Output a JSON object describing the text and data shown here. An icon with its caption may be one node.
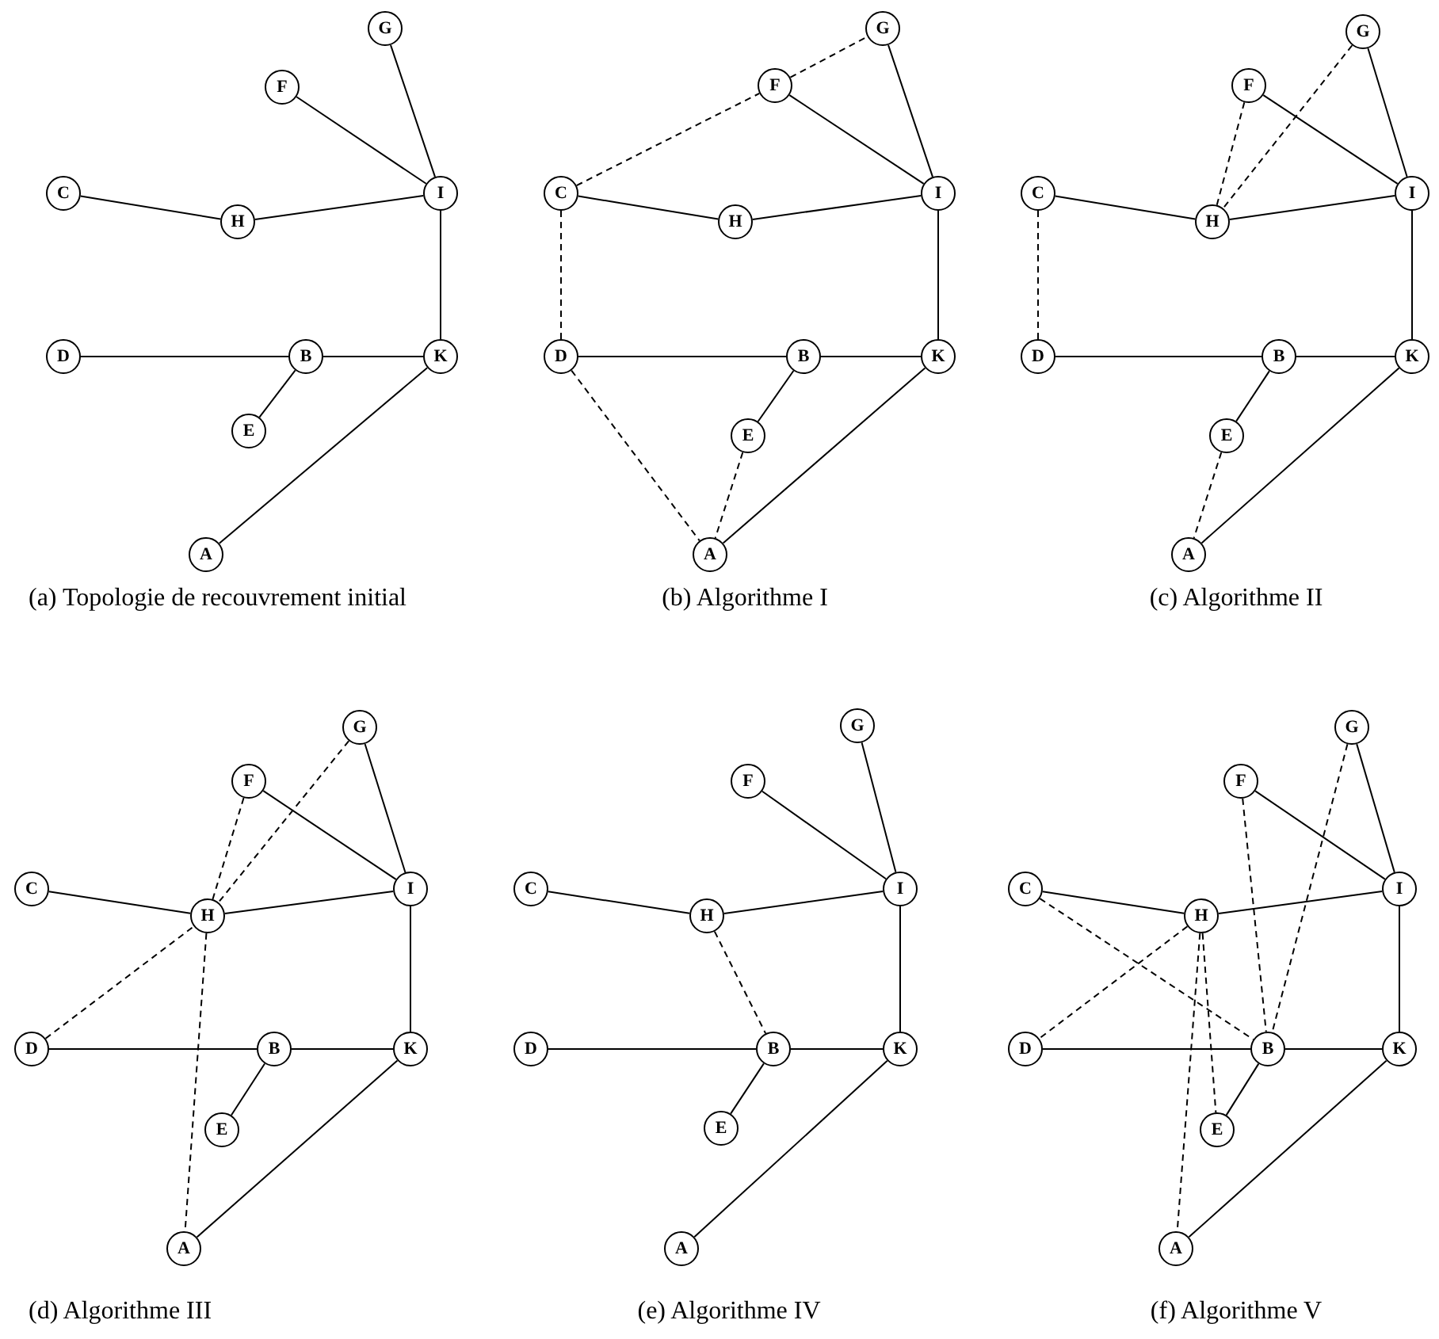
{
  "diagram": {
    "nodes": [
      {
        "text": [
          "G"
        ]
      },
      {
        "text": [
          "F"
        ]
      },
      {
        "text": [
          "C"
        ]
      },
      {
        "text": [
          "I"
        ]
      },
      {
        "text": [
          "H"
        ]
      },
      {
        "text": [
          "D"
        ]
      },
      {
        "text": [
          "B"
        ]
      },
      {
        "text": [
          "K"
        ]
      },
      {
        "text": [
          "E"
        ]
      },
      {
        "text": [
          "A"
        ]
      },
      {
        "text": [
          "G"
        ]
      },
      {
        "text": [
          "F"
        ]
      },
      {
        "text": [
          "C"
        ]
      },
      {
        "text": [
          "I"
        ]
      },
      {
        "text": [
          "H"
        ]
      },
      {
        "text": [
          "D"
        ]
      },
      {
        "text": [
          "B"
        ]
      },
      {
        "text": [
          "K"
        ]
      },
      {
        "text": [
          "E"
        ]
      },
      {
        "text": [
          "A"
        ]
      },
      {
        "text": [
          "G"
        ]
      },
      {
        "text": [
          "F"
        ]
      },
      {
        "text": [
          "C"
        ]
      },
      {
        "text": [
          "I"
        ]
      },
      {
        "text": [
          "H"
        ]
      },
      {
        "text": [
          "D"
        ]
      },
      {
        "text": [
          "B"
        ]
      },
      {
        "text": [
          "K"
        ]
      },
      {
        "text": [
          "E"
        ]
      },
      {
        "text": [
          "A"
        ]
      },
      {
        "text": [
          "G"
        ]
      },
      {
        "text": [
          "F"
        ]
      },
      {
        "text": [
          "C"
        ]
      },
      {
        "text": [
          "I"
        ]
      },
      {
        "text": [
          "H"
        ]
      },
      {
        "text": [
          "D"
        ]
      },
      {
        "text": [
          "B"
        ]
      },
      {
        "text": [
          "K"
        ]
      },
      {
        "text": [
          "E"
        ]
      },
      {
        "text": [
          "A"
        ]
      },
      {
        "text": [
          "G"
        ]
      },
      {
        "text": [
          "F"
        ]
      },
      {
        "text": [
          "C"
        ]
      },
      {
        "text": [
          "I"
        ]
      },
      {
        "text": [
          "H"
        ]
      },
      {
        "text": [
          "D"
        ]
      },
      {
        "text": [
          "B"
        ]
      },
      {
        "text": [
          "K"
        ]
      },
      {
        "text": [
          "E"
        ]
      },
      {
        "text": [
          "A"
        ]
      },
      {
        "text": [
          "G"
        ]
      },
      {
        "text": [
          "F"
        ]
      },
      {
        "text": [
          "C"
        ]
      },
      {
        "text": [
          "I"
        ]
      },
      {
        "text": [
          "H"
        ]
      },
      {
        "text": [
          "D"
        ]
      },
      {
        "text": [
          "B"
        ]
      },
      {
        "text": [
          "K"
        ]
      },
      {
        "text": [
          "E"
        ]
      },
      {
        "text": [
          "A"
        ]
      }
    ],
    "edges": [
      {
        "from": 2,
        "to": 4,
        "arrow": "none"
      },
      {
        "from": 4,
        "to": 3,
        "arrow": "none"
      },
      {
        "from": 1,
        "to": 3,
        "arrow": "none"
      },
      {
        "from": 0,
        "to": 3,
        "arrow": "none"
      },
      {
        "from": 3,
        "to": 7,
        "arrow": "none"
      },
      {
        "from": 5,
        "to": 6,
        "arrow": "none"
      },
      {
        "from": 6,
        "to": 7,
        "arrow": "none"
      },
      {
        "from": 6,
        "to": 8,
        "arrow": "none"
      },
      {
        "from": 9,
        "to": 7,
        "arrow": "none"
      },
      {
        "from": 12,
        "to": 14,
        "arrow": "none"
      },
      {
        "from": 14,
        "to": 13,
        "arrow": "none"
      },
      {
        "from": 11,
        "to": 13,
        "arrow": "none"
      },
      {
        "from": 10,
        "to": 13,
        "arrow": "none"
      },
      {
        "from": 13,
        "to": 17,
        "arrow": "none"
      },
      {
        "from": 15,
        "to": 16,
        "arrow": "none"
      },
      {
        "from": 16,
        "to": 17,
        "arrow": "none"
      },
      {
        "from": 16,
        "to": 18,
        "arrow": "none"
      },
      {
        "from": 19,
        "to": 17,
        "arrow": "none"
      },
      {
        "from": 12,
        "to": 11,
        "arrow": "none",
        "style": "dashed"
      },
      {
        "from": 11,
        "to": 10,
        "arrow": "none",
        "style": "dashed"
      },
      {
        "from": 12,
        "to": 15,
        "arrow": "none",
        "style": "dashed"
      },
      {
        "from": 15,
        "to": 19,
        "arrow": "none",
        "style": "dashed"
      },
      {
        "from": 18,
        "to": 19,
        "arrow": "none",
        "style": "dashed"
      },
      {
        "from": 22,
        "to": 24,
        "arrow": "none"
      },
      {
        "from": 24,
        "to": 23,
        "arrow": "none"
      },
      {
        "from": 21,
        "to": 23,
        "arrow": "none"
      },
      {
        "from": 20,
        "to": 23,
        "arrow": "none"
      },
      {
        "from": 23,
        "to": 27,
        "arrow": "none"
      },
      {
        "from": 25,
        "to": 26,
        "arrow": "none"
      },
      {
        "from": 26,
        "to": 27,
        "arrow": "none"
      },
      {
        "from": 26,
        "to": 28,
        "arrow": "none"
      },
      {
        "from": 29,
        "to": 27,
        "arrow": "none"
      },
      {
        "from": 21,
        "to": 24,
        "arrow": "none",
        "style": "dashed"
      },
      {
        "from": 20,
        "to": 24,
        "arrow": "none",
        "style": "dashed"
      },
      {
        "from": 22,
        "to": 25,
        "arrow": "none",
        "style": "dashed"
      },
      {
        "from": 28,
        "to": 29,
        "arrow": "none",
        "style": "dashed"
      },
      {
        "from": 32,
        "to": 34,
        "arrow": "none"
      },
      {
        "from": 34,
        "to": 33,
        "arrow": "none"
      },
      {
        "from": 31,
        "to": 33,
        "arrow": "none"
      },
      {
        "from": 30,
        "to": 33,
        "arrow": "none"
      },
      {
        "from": 33,
        "to": 37,
        "arrow": "none"
      },
      {
        "from": 35,
        "to": 36,
        "arrow": "none"
      },
      {
        "from": 36,
        "to": 37,
        "arrow": "none"
      },
      {
        "from": 36,
        "to": 38,
        "arrow": "none"
      },
      {
        "from": 39,
        "to": 37,
        "arrow": "none"
      },
      {
        "from": 31,
        "to": 34,
        "arrow": "none",
        "style": "dashed"
      },
      {
        "from": 30,
        "to": 34,
        "arrow": "none",
        "style": "dashed"
      },
      {
        "from": 35,
        "to": 34,
        "arrow": "none",
        "style": "dashed"
      },
      {
        "from": 34,
        "to": 39,
        "arrow": "none",
        "style": "dashed"
      },
      {
        "from": 42,
        "to": 44,
        "arrow": "none"
      },
      {
        "from": 44,
        "to": 43,
        "arrow": "none"
      },
      {
        "from": 41,
        "to": 43,
        "arrow": "none"
      },
      {
        "from": 40,
        "to": 43,
        "arrow": "none"
      },
      {
        "from": 43,
        "to": 47,
        "arrow": "none"
      },
      {
        "from": 45,
        "to": 46,
        "arrow": "none"
      },
      {
        "from": 46,
        "to": 47,
        "arrow": "none"
      },
      {
        "from": 46,
        "to": 48,
        "arrow": "none"
      },
      {
        "from": 49,
        "to": 47,
        "arrow": "none"
      },
      {
        "from": 44,
        "to": 46,
        "arrow": "none",
        "style": "dashed"
      },
      {
        "from": 52,
        "to": 54,
        "arrow": "none"
      },
      {
        "from": 54,
        "to": 53,
        "arrow": "none"
      },
      {
        "from": 51,
        "to": 53,
        "arrow": "none"
      },
      {
        "from": 50,
        "to": 53,
        "arrow": "none"
      },
      {
        "from": 53,
        "to": 57,
        "arrow": "none"
      },
      {
        "from": 55,
        "to": 56,
        "arrow": "none"
      },
      {
        "from": 56,
        "to": 57,
        "arrow": "none"
      },
      {
        "from": 56,
        "to": 58,
        "arrow": "none"
      },
      {
        "from": 59,
        "to": 57,
        "arrow": "none"
      },
      {
        "from": 52,
        "to": 56,
        "arrow": "none",
        "style": "dashed"
      },
      {
        "from": 54,
        "to": 55,
        "arrow": "none",
        "style": "dashed"
      },
      {
        "from": 54,
        "to": 59,
        "arrow": "none",
        "style": "dashed"
      },
      {
        "from": 54,
        "to": 58,
        "arrow": "none",
        "style": "dashed"
      },
      {
        "from": 51,
        "to": 56,
        "arrow": "none",
        "style": "dashed"
      },
      {
        "from": 50,
        "to": 56,
        "arrow": "none",
        "style": "dashed"
      }
    ],
    "labels": [
      "(a) Topologie de recouvrement initial",
      "(b) Algorithme I",
      "(c) Algorithme II",
      "(d) Algorithme III",
      "(e) Algorithme IV",
      "(f) Algorithme V"
    ]
  }
}
